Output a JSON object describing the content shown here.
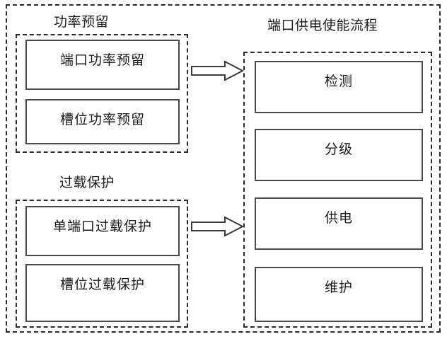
{
  "diagram": {
    "title_visible": false,
    "outer_frame": {
      "name": "system-boundary",
      "style": "dashed"
    },
    "groups": [
      {
        "id": "power-reserve",
        "title": "功率预留",
        "items": [
          {
            "id": "port-power-reserve",
            "label": "端口功率预留"
          },
          {
            "id": "slot-power-reserve",
            "label": "槽位功率预留"
          }
        ]
      },
      {
        "id": "overload-protection",
        "title": "过载保护",
        "items": [
          {
            "id": "single-port-overload",
            "label": "单端口过载保护"
          },
          {
            "id": "slot-overload",
            "label": "槽位过载保护"
          }
        ]
      },
      {
        "id": "port-power-enable-flow",
        "title": "端口供电使能流程",
        "items": [
          {
            "id": "flow-detect",
            "label": "检测"
          },
          {
            "id": "flow-classify",
            "label": "分级"
          },
          {
            "id": "flow-power",
            "label": "供电"
          },
          {
            "id": "flow-maintain",
            "label": "维护"
          }
        ]
      }
    ],
    "connectors": [
      {
        "id": "power-reserve-to-flow",
        "from": "power-reserve",
        "to": "port-power-enable-flow",
        "icon": "right-block-arrow-icon"
      },
      {
        "id": "overload-protection-to-flow",
        "from": "overload-protection",
        "to": "port-power-enable-flow",
        "icon": "right-block-arrow-icon"
      }
    ],
    "colors": {
      "background": "#ffffff",
      "dashed_border": "#2b2b2b",
      "solid_border": "#4a4a4a",
      "text": "#1c1c1c"
    }
  }
}
